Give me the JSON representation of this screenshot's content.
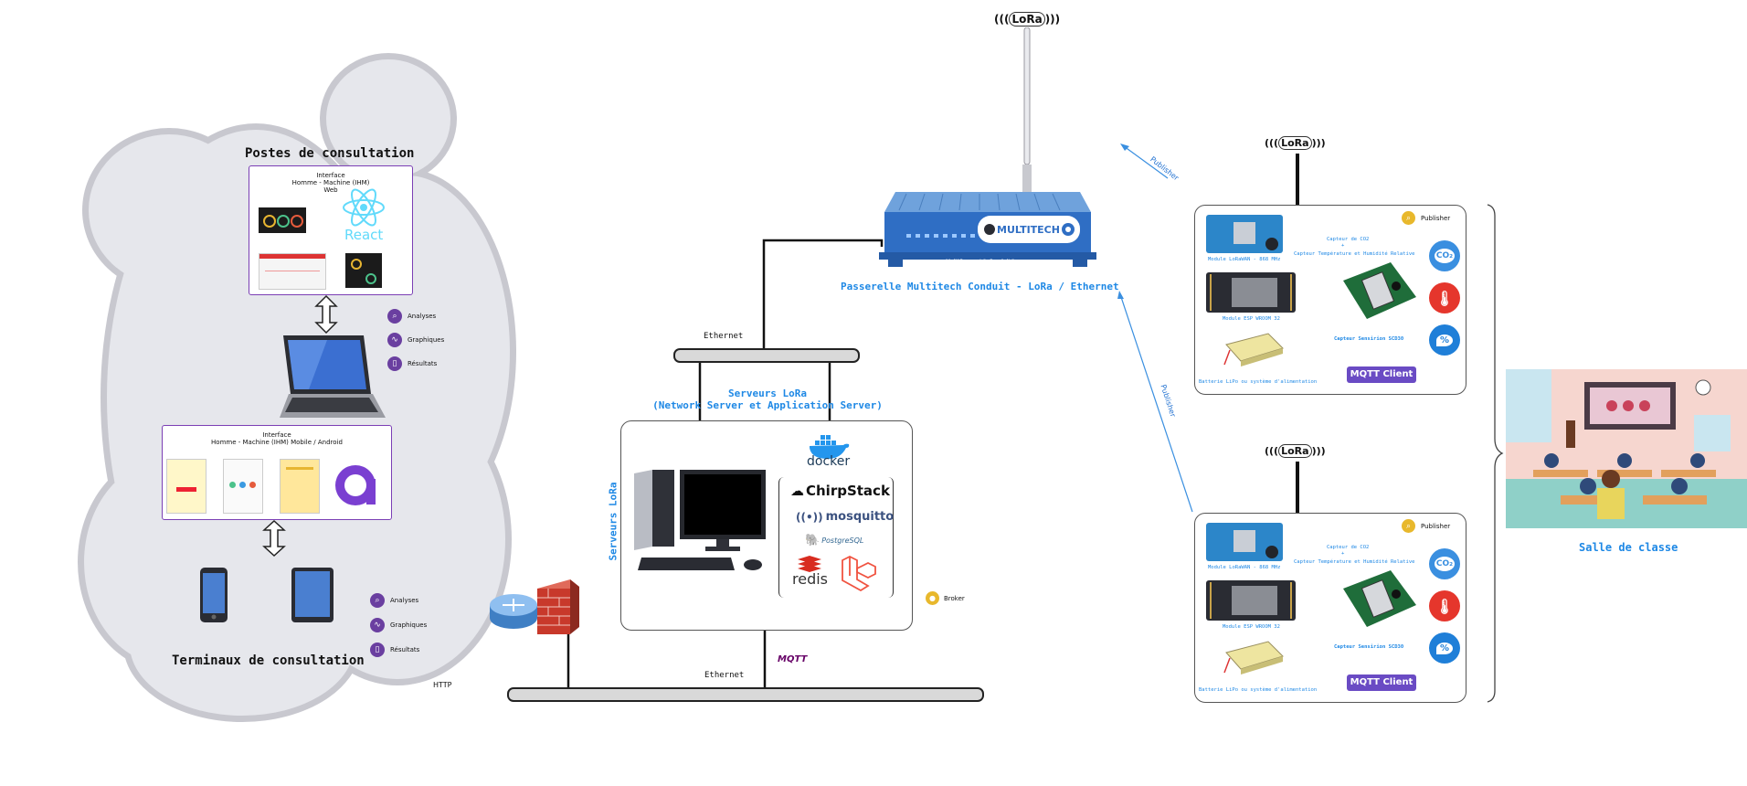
{
  "cloud": {
    "postes_title": "Postes de consultation",
    "terminaux_title": "Terminaux de consultation",
    "web_ihm": {
      "line1": "Interface",
      "line2": "Homme - Machine (IHM)",
      "line3": "Web",
      "react_label": "React"
    },
    "mobile_ihm": {
      "line1": "Interface",
      "line2": "Homme - Machine (IHM) Mobile / Android"
    },
    "laptop_badges": [
      "Analyses",
      "Graphiques",
      "Résultats"
    ],
    "phone_badges": [
      "Analyses",
      "Graphiques",
      "Résultats"
    ]
  },
  "network": {
    "http_label": "HTTP",
    "ethernet_top_label": "Ethernet",
    "ethernet_bottom_label": "Ethernet",
    "mqtt_logo": "MQTT"
  },
  "servers": {
    "title_line1": "Serveurs LoRa",
    "title_line2": "(Network Server et Application Server)",
    "side_label": "Serveurs LoRa",
    "docker": "docker",
    "chirpstack": "ChirpStack",
    "mosquitto": "mosquitto",
    "postgresql": "PostgreSQL",
    "redis": "redis",
    "broker_label": "Broker"
  },
  "gateway": {
    "brand": "MULTITECH",
    "model": "MultiConnect® Conduit®",
    "caption": "Passerelle Multitech Conduit - LoRa / Ethernet",
    "lora_logo": "LoRa"
  },
  "nodes": [
    {
      "publisher_label": "Publisher",
      "arrow_label": "Publisher",
      "lora_logo": "LoRa",
      "module_lorawan": "Module  LoRaWAN - 868 MHz",
      "module_esp": "Module ESP WROOM 32",
      "battery": "Batterie LiPo ou système d'alimentation",
      "capteur_co2": "Capteur de CO2",
      "plus": "+",
      "capteur_temp": "Capteur Température et Humidité Relative",
      "capteur_name": "Capteur  Sensirion SCD30",
      "mqtt_client": "MQTT Client",
      "sensor_co2": "CO₂",
      "sensor_hum": "%"
    },
    {
      "publisher_label": "Publisher",
      "arrow_label": "Publisher",
      "lora_logo": "LoRa",
      "module_lorawan": "Module  LoRaWAN - 868 MHz",
      "module_esp": "Module ESP WROOM 32",
      "battery": "Batterie LiPo ou système d'alimentation",
      "capteur_co2": "Capteur de CO2",
      "plus": "+",
      "capteur_temp": "Capteur Température et Humidité Relative",
      "capteur_name": "Capteur  Sensirion SCD30",
      "mqtt_client": "MQTT Client",
      "sensor_co2": "CO₂",
      "sensor_hum": "%"
    }
  ],
  "classroom": {
    "caption": "Salle de classe"
  },
  "colors": {
    "accent_blue": "#1e88e5",
    "purple": "#6a3fa0",
    "cloud_fill": "#e4e5ea",
    "cloud_stroke": "#c5c5cc"
  }
}
